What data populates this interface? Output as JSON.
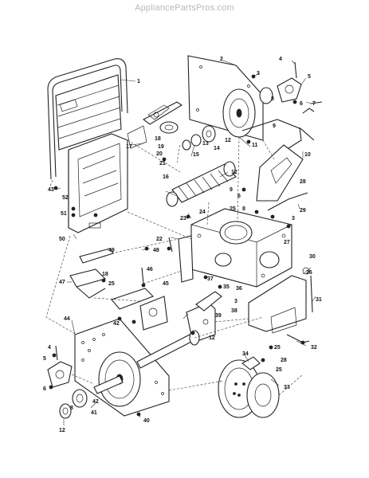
{
  "watermark": "AppliancePartsPros.com",
  "callouts": [
    {
      "id": "c1",
      "label": "1"
    },
    {
      "id": "c2",
      "label": "2"
    },
    {
      "id": "c3a",
      "label": "3"
    },
    {
      "id": "c4",
      "label": "4"
    },
    {
      "id": "c5a",
      "label": "5"
    },
    {
      "id": "c6a",
      "label": "6"
    },
    {
      "id": "c7",
      "label": "7"
    },
    {
      "id": "c8",
      "label": "8"
    },
    {
      "id": "c9a",
      "label": "9"
    },
    {
      "id": "c10",
      "label": "10"
    },
    {
      "id": "c11",
      "label": "11"
    },
    {
      "id": "c12a",
      "label": "12"
    },
    {
      "id": "c13",
      "label": "13"
    },
    {
      "id": "c14",
      "label": "14"
    },
    {
      "id": "c15",
      "label": "15"
    },
    {
      "id": "c16",
      "label": "16"
    },
    {
      "id": "c17",
      "label": "17"
    },
    {
      "id": "c18",
      "label": "18"
    },
    {
      "id": "c19",
      "label": "19"
    },
    {
      "id": "c20",
      "label": "20"
    },
    {
      "id": "c21",
      "label": "21"
    },
    {
      "id": "c12b",
      "label": "12"
    },
    {
      "id": "c9b",
      "label": "9"
    },
    {
      "id": "c6b",
      "label": "6"
    },
    {
      "id": "c28a",
      "label": "28"
    },
    {
      "id": "c25a",
      "label": "25"
    },
    {
      "id": "c8b",
      "label": "8"
    },
    {
      "id": "c29",
      "label": "29"
    },
    {
      "id": "c43",
      "label": "43"
    },
    {
      "id": "c52",
      "label": "52"
    },
    {
      "id": "c51",
      "label": "51"
    },
    {
      "id": "c50",
      "label": "50"
    },
    {
      "id": "c23",
      "label": "23"
    },
    {
      "id": "c24",
      "label": "24"
    },
    {
      "id": "c3b",
      "label": "3"
    },
    {
      "id": "c27",
      "label": "27"
    },
    {
      "id": "c22",
      "label": "22"
    },
    {
      "id": "c48",
      "label": "48"
    },
    {
      "id": "c49",
      "label": "49"
    },
    {
      "id": "c47",
      "label": "47"
    },
    {
      "id": "c46",
      "label": "46"
    },
    {
      "id": "c18b",
      "label": "18"
    },
    {
      "id": "c25b",
      "label": "25"
    },
    {
      "id": "c45",
      "label": "45"
    },
    {
      "id": "c37",
      "label": "37"
    },
    {
      "id": "c35",
      "label": "35"
    },
    {
      "id": "c36",
      "label": "36"
    },
    {
      "id": "c3c",
      "label": "3"
    },
    {
      "id": "c30",
      "label": "30"
    },
    {
      "id": "c26",
      "label": "26"
    },
    {
      "id": "c31",
      "label": "31"
    },
    {
      "id": "c44",
      "label": "44"
    },
    {
      "id": "c42a",
      "label": "42"
    },
    {
      "id": "c38",
      "label": "38"
    },
    {
      "id": "c39",
      "label": "39"
    },
    {
      "id": "c4b",
      "label": "4"
    },
    {
      "id": "c12c",
      "label": "12"
    },
    {
      "id": "c32",
      "label": "32"
    },
    {
      "id": "c5b",
      "label": "5"
    },
    {
      "id": "c34",
      "label": "34"
    },
    {
      "id": "c25c",
      "label": "25"
    },
    {
      "id": "c28b",
      "label": "28"
    },
    {
      "id": "c25d",
      "label": "25"
    },
    {
      "id": "c6c",
      "label": "6"
    },
    {
      "id": "c8c",
      "label": "8"
    },
    {
      "id": "c41",
      "label": "41"
    },
    {
      "id": "c42b",
      "label": "42"
    },
    {
      "id": "c33",
      "label": "33"
    },
    {
      "id": "c12d",
      "label": "12"
    },
    {
      "id": "c40",
      "label": "40"
    }
  ]
}
